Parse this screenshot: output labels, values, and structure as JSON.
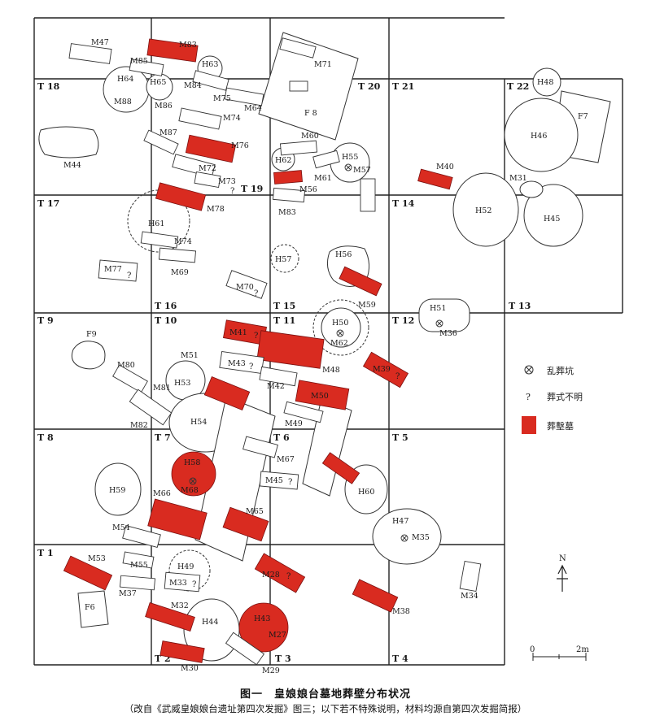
{
  "grid_labels": {
    "T18": "T 18",
    "T20": "T 20",
    "T21": "T 21",
    "T22": "T 22",
    "T17": "T 17",
    "T19": "T 19",
    "T14": "T 14",
    "T16": "T 16",
    "T15": "T 15",
    "T12": "T 12",
    "T13": "T 13",
    "T9": "T 9",
    "T10": "T 10",
    "T11": "T 11",
    "T8": "T 8",
    "T7": "T 7",
    "T6": "T 6",
    "T5": "T 5",
    "T1": "T 1",
    "T2": "T 2",
    "T3": "T 3",
    "T4": "T 4"
  },
  "features": {
    "M47": "M47",
    "M83a": "M83",
    "M85": "M85",
    "H63": "H63",
    "M71": "M71",
    "H64": "H64",
    "M88": "M88",
    "H65": "H65",
    "M84": "M84",
    "M75": "M75",
    "M86": "M86",
    "M64": "M64",
    "F8": "F 8",
    "H48": "H48",
    "F7": "F7",
    "M74a": "M74",
    "M87": "M87",
    "M76": "M76",
    "M60": "M60",
    "H46": "H46",
    "M44": "M44",
    "H62": "H62",
    "H55": "H55",
    "M57": "M57",
    "M40": "M40",
    "M72": "M72",
    "M73": "M73",
    "M61": "M61",
    "M31": "M31",
    "M56": "M56",
    "M78": "M78",
    "M83b": "M83",
    "H52": "H52",
    "H45": "H45",
    "H61": "H61",
    "M74b": "M74",
    "H57": "H57",
    "H56": "H56",
    "M77": "M77",
    "M69": "M69",
    "M70": "M70",
    "M59": "M59",
    "H51": "H51",
    "M36": "M36",
    "F9": "F9",
    "M41": "M41",
    "H50": "H50",
    "M62": "M62",
    "M51": "M51",
    "M43": "M43",
    "M39": "M39",
    "M80": "M80",
    "M48": "M48",
    "H53": "H53",
    "M81": "M81",
    "M42": "M42",
    "M50": "M50",
    "H54": "H54",
    "M82": "M82",
    "M49": "M49",
    "H58": "H58",
    "M68": "M68",
    "M67": "M67",
    "H59": "H59",
    "M45": "M45",
    "H60": "H60",
    "M66": "M66",
    "M65": "M65",
    "H47": "H47",
    "M35": "M35",
    "M54": "M54",
    "M53": "M53",
    "M55": "M55",
    "H49": "H49",
    "M33": "M33",
    "M28": "M28",
    "M37": "M37",
    "F6": "F6",
    "M32": "M32",
    "H44": "H44",
    "H43": "H43",
    "M27": "M27",
    "M38": "M38",
    "M34": "M34",
    "M30": "M30",
    "M29": "M29"
  },
  "legend": {
    "chaotic_pit": "乱葬坑",
    "unknown_style": "葬式不明",
    "unknown_symbol": "?",
    "adobe_wall_tomb": "葬墼墓"
  },
  "compass": {
    "north": "N"
  },
  "scale": {
    "start": "0",
    "end": "2m"
  },
  "caption": "图一　皇娘娘台墓地葬壁分布状况",
  "subcaption": "（改自《武威皇娘娘台遗址第四次发掘》图三；以下若不特殊说明，材料均源自第四次发掘简报）",
  "colors": {
    "burial_red": "#d92b20",
    "line": "#222222",
    "background": "#ffffff"
  }
}
